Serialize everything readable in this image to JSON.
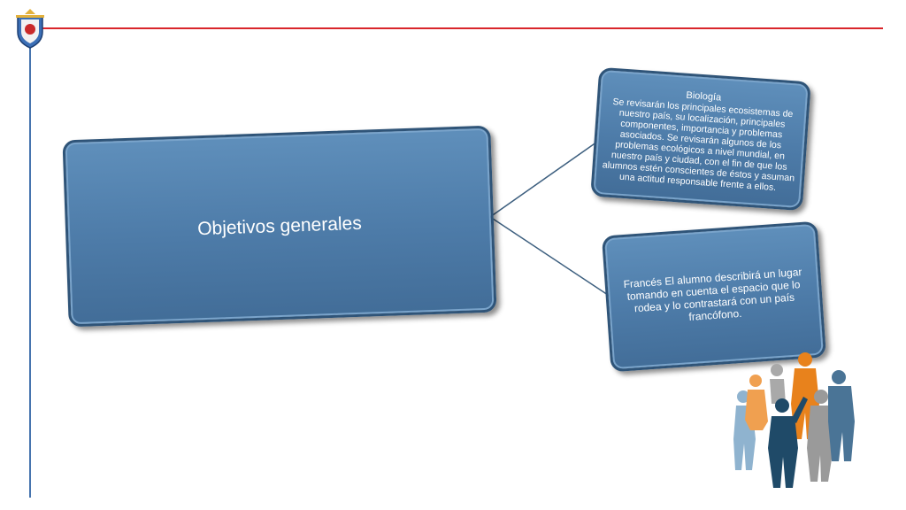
{
  "diagram": {
    "main_label": "Objetivos generales",
    "branches": [
      {
        "title": "Biología",
        "text": "Se revisarán los principales ecosistemas de nuestro país, su localización, principales componentes, importancia y problemas asociados. Se revisarán algunos de los problemas ecológicos a nivel mundial, en nuestro país y ciudad, con el fin de que los alumnos estén conscientes de éstos y asuman una actitud  responsable frente a ellos."
      },
      {
        "text": "Francés El alumno describirá un lugar tomando en cuenta el espacio que lo rodea y lo contrastará con un país francófono."
      }
    ]
  },
  "colors": {
    "box_fill": "#4d7ba8",
    "box_border": "#2f5478",
    "header_line": "#d9262b",
    "side_line": "#4674ae",
    "connector": "#3d5f7f"
  }
}
